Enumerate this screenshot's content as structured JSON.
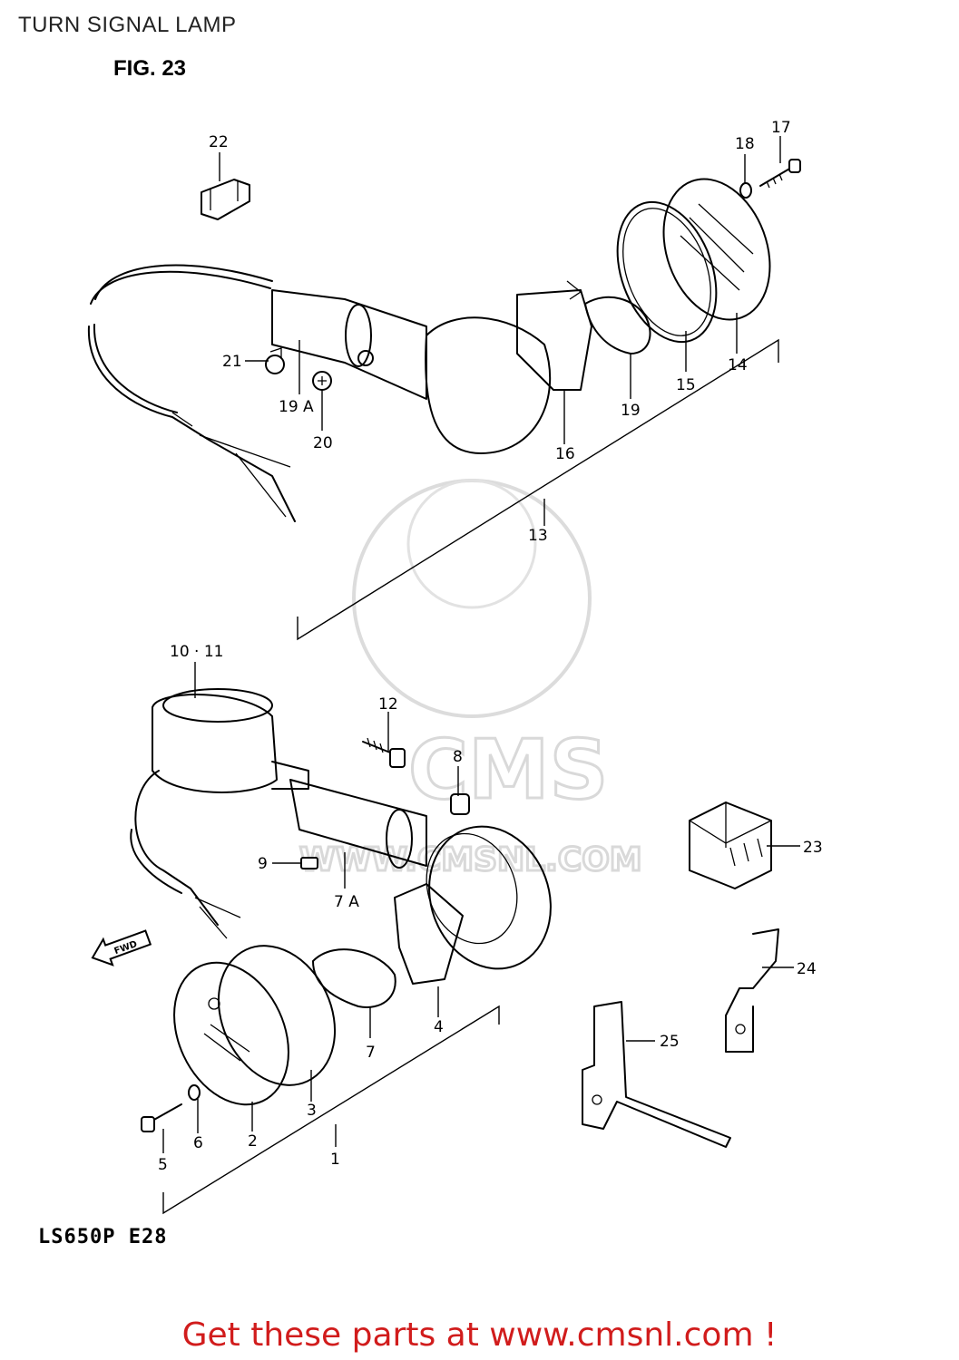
{
  "title": "TURN SIGNAL LAMP",
  "figure_label": "FIG. 23",
  "model_code": "LS650P  E28",
  "call_to_action": "Get these parts at www.cmsnl.com !",
  "watermark": {
    "text_main": "CMS",
    "text_url": "WWW.CMSNL.COM"
  },
  "direction_arrow": "FWD",
  "accent_color": "#d11c1c",
  "callouts": {
    "c1": "1",
    "c2": "2",
    "c3": "3",
    "c4": "4",
    "c5": "5",
    "c6": "6",
    "c7": "7",
    "c7a": "7 A",
    "c8": "8",
    "c9": "9",
    "c10_11": "10 · 11",
    "c12": "12",
    "c13": "13",
    "c14": "14",
    "c15": "15",
    "c16": "16",
    "c17": "17",
    "c18": "18",
    "c19": "19",
    "c19a": "19 A",
    "c20": "20",
    "c21": "21",
    "c22": "22",
    "c23": "23",
    "c24": "24",
    "c25": "25"
  }
}
